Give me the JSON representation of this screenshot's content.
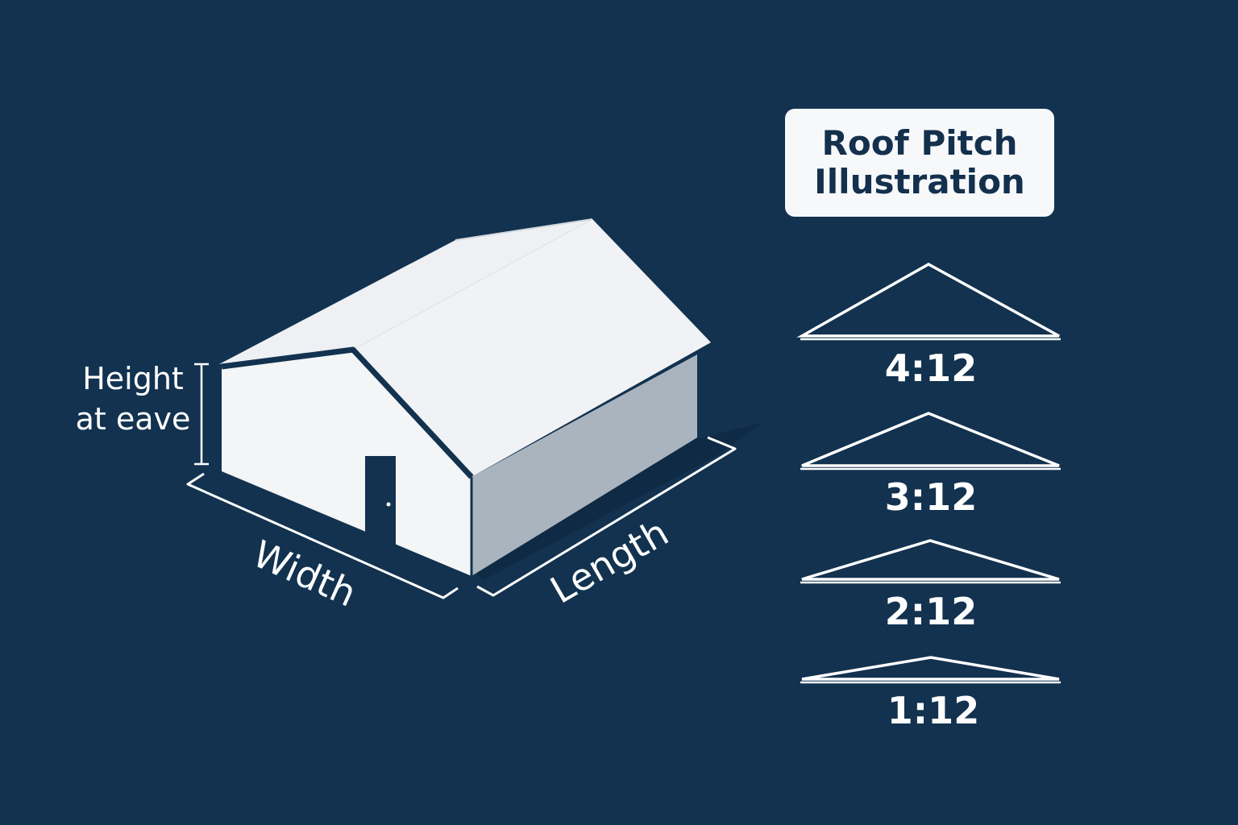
{
  "diagram": {
    "title_lines": [
      "Roof Pitch",
      "Illustration"
    ],
    "dimension_labels": {
      "height_lines": [
        "Height",
        "at eave"
      ],
      "width": "Width",
      "length": "Length"
    },
    "pitches": [
      {
        "label": "4:12",
        "rise": 4,
        "run": 12
      },
      {
        "label": "3:12",
        "rise": 3,
        "run": 12
      },
      {
        "label": "2:12",
        "rise": 2,
        "run": 12
      },
      {
        "label": "1:12",
        "rise": 1,
        "run": 12
      }
    ],
    "colors": {
      "background": "#12324f",
      "building_light": "#f4f5f7",
      "building_shade": "#a9b4be",
      "line": "#ffffff",
      "text_dark": "#13304d"
    }
  }
}
